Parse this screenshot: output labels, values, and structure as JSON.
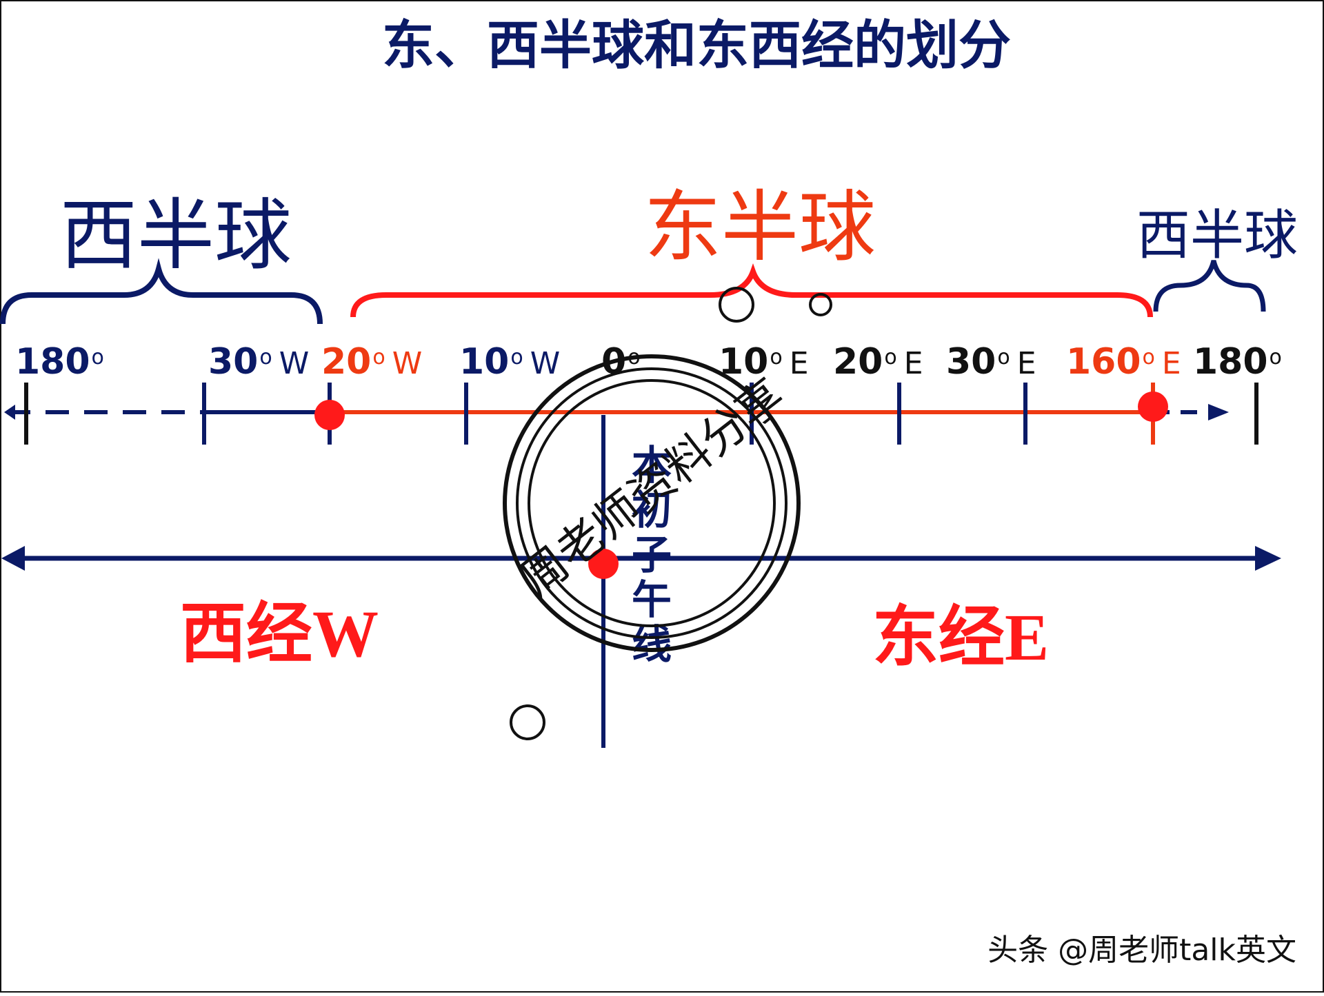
{
  "title": "东、西半球和东西经的划分",
  "colors": {
    "navy": "#0b1a66",
    "red": "#ff1a1a",
    "orange": "#ee3a12",
    "black": "#111111"
  },
  "hemispheres": {
    "west_left": "西半球",
    "east": "东半球",
    "west_right": "西半球"
  },
  "ticks": [
    {
      "num": "180",
      "deg": "o",
      "unit": "",
      "color": "navy"
    },
    {
      "num": "30",
      "deg": "o",
      "unit": "W",
      "color": "navy"
    },
    {
      "num": "20",
      "deg": "o",
      "unit": "W",
      "color": "orange"
    },
    {
      "num": "10",
      "deg": "o",
      "unit": "W",
      "color": "navy"
    },
    {
      "num": "0",
      "deg": "o",
      "unit": "",
      "color": "black"
    },
    {
      "num": "10",
      "deg": "o",
      "unit": "E",
      "color": "black"
    },
    {
      "num": "20",
      "deg": "o",
      "unit": "E",
      "color": "black"
    },
    {
      "num": "30",
      "deg": "o",
      "unit": "E",
      "color": "black"
    },
    {
      "num": "160",
      "deg": "o",
      "unit": "E",
      "color": "orange"
    },
    {
      "num": "180",
      "deg": "o",
      "unit": "",
      "color": "black"
    }
  ],
  "meridian_label": [
    "本",
    "初",
    "子",
    "午",
    "线"
  ],
  "longitude": {
    "west": "西经W",
    "east": "东经E"
  },
  "watermark": "周老师资料分享",
  "credit": "头条 @周老师talk英文"
}
